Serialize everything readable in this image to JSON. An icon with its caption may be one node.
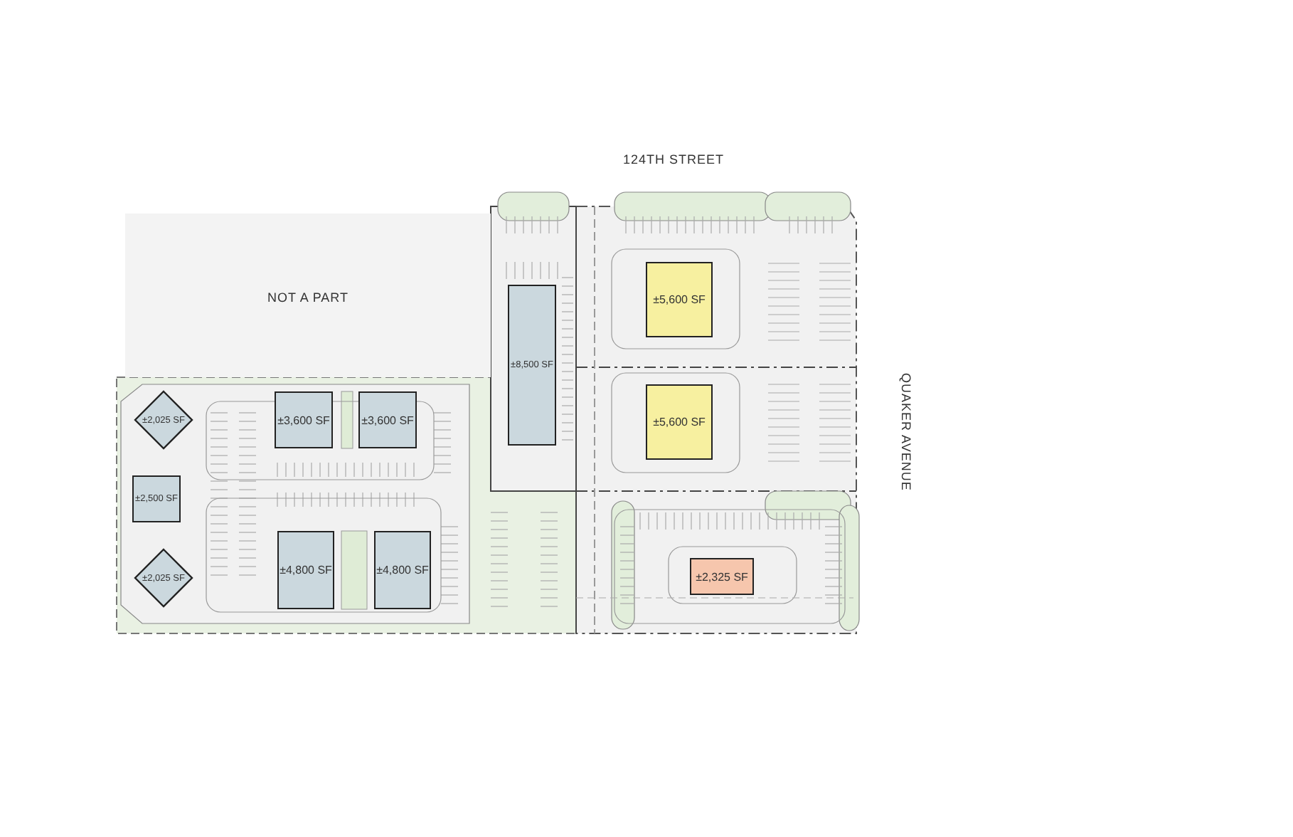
{
  "diagram": {
    "nodes": [
      {
        "text": [
          "NOT A PART"
        ]
      },
      {
        "text": [
          "±5,600 SF"
        ]
      },
      {
        "text": [
          "±8,500 SF"
        ]
      },
      {
        "text": [
          "±5,600 SF"
        ]
      },
      {
        "text": [
          "±2,025 SF"
        ]
      },
      {
        "text": [
          "±3,600 SF"
        ]
      },
      {
        "text": [
          "±3,600 SF"
        ]
      },
      {
        "text": [
          "±2,500 SF"
        ]
      },
      {
        "text": [
          "±2,325 SF"
        ]
      },
      {
        "text": [
          "±2,025 SF"
        ]
      },
      {
        "text": [
          "±4,800 SF"
        ]
      },
      {
        "text": [
          "±4,800 SF"
        ]
      }
    ],
    "labels": [
      "124TH STREET",
      "QUAKER AVENUE"
    ]
  }
}
